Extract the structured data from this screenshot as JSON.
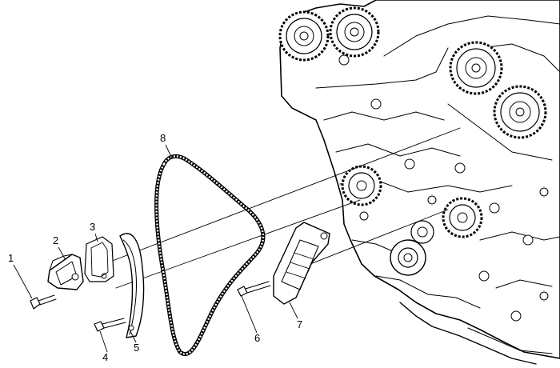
{
  "diagram": {
    "callouts": [
      {
        "id": "c1",
        "label": "1"
      },
      {
        "id": "c2",
        "label": "2"
      },
      {
        "id": "c3",
        "label": "3"
      },
      {
        "id": "c4",
        "label": "4"
      },
      {
        "id": "c5",
        "label": "5"
      },
      {
        "id": "c6",
        "label": "6"
      },
      {
        "id": "c7",
        "label": "7"
      },
      {
        "id": "c8",
        "label": "8"
      }
    ]
  },
  "colors": {
    "ink": "#000000",
    "background": "#ffffff"
  }
}
